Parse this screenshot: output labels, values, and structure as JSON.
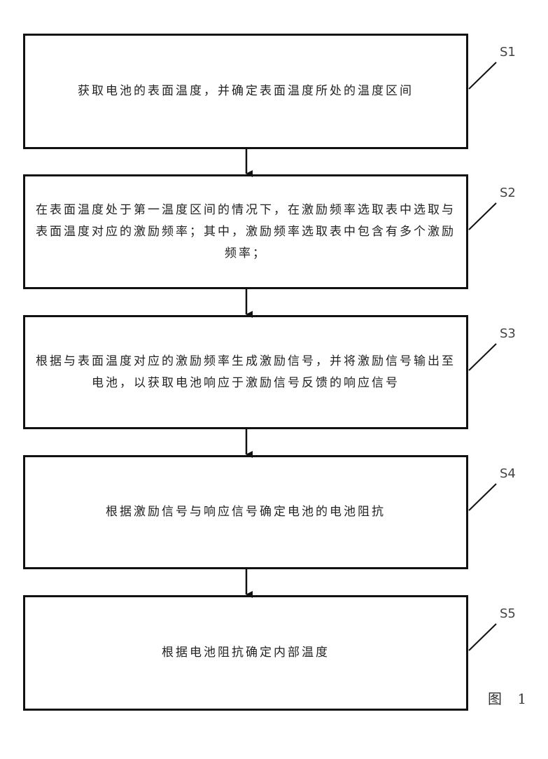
{
  "figure": {
    "label": "图 1"
  },
  "steps": [
    {
      "id": "S1",
      "text": "获取电池的表面温度，并确定表面温度所处的温度区间"
    },
    {
      "id": "S2",
      "text": "在表面温度处于第一温度区间的情况下，在激励频率选取表中选取与表面温度对应的激励频率；其中，激励频率选取表中包含有多个激励频率；"
    },
    {
      "id": "S3",
      "text": "根据与表面温度对应的激励频率生成激励信号，并将激励信号输出至电池，以获取电池响应于激励信号反馈的响应信号"
    },
    {
      "id": "S4",
      "text": "根据激励信号与响应信号确定电池的电池阻抗"
    },
    {
      "id": "S5",
      "text": "根据电池阻抗确定内部温度"
    }
  ],
  "colors": {
    "line": "#111111",
    "text": "#222222",
    "label": "#444444"
  }
}
